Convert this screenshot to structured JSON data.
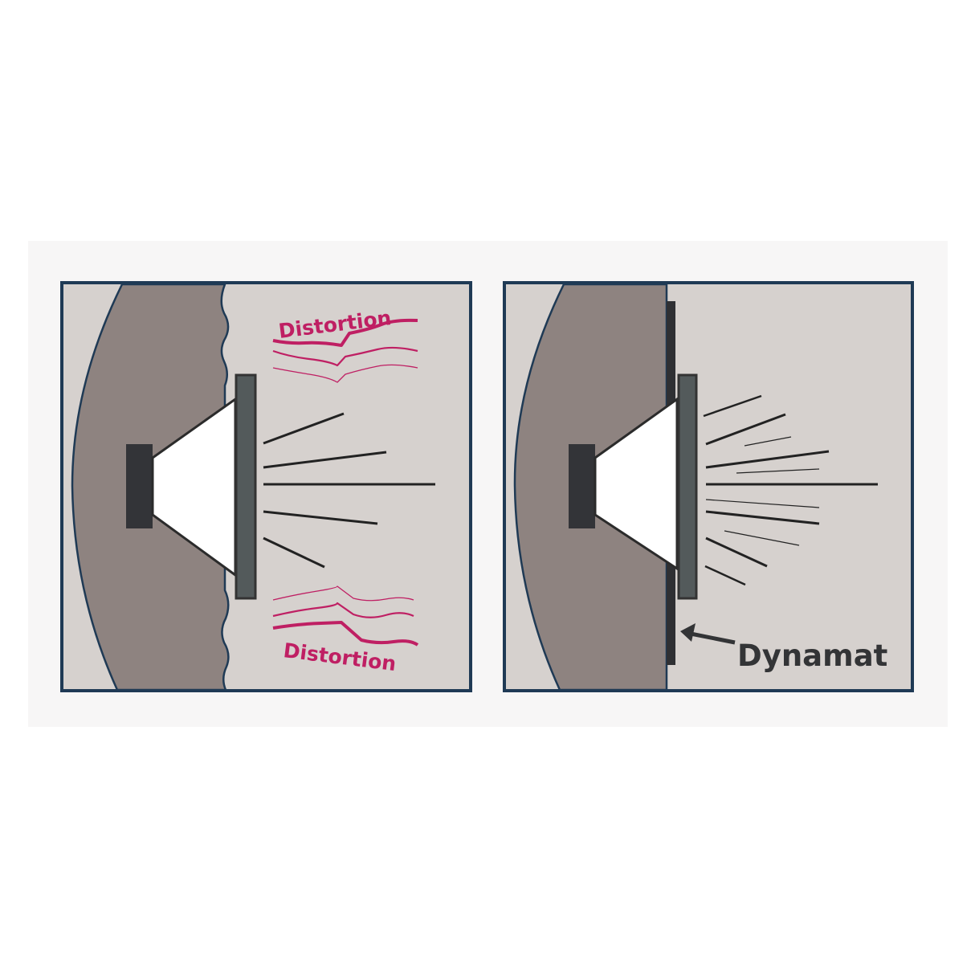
{
  "left_panel": {
    "label_top": "Distortion",
    "label_bottom": "Distortion"
  },
  "right_panel": {
    "label": "Dynamat"
  },
  "colors": {
    "border": "#1f3a55",
    "background": "#d6d1ce",
    "door_panel": "#8e8380",
    "speaker_magnet": "#333438",
    "speaker_plate": "#535a5b",
    "distortion": "#bf1f63",
    "dynamat": "#2f3033"
  }
}
